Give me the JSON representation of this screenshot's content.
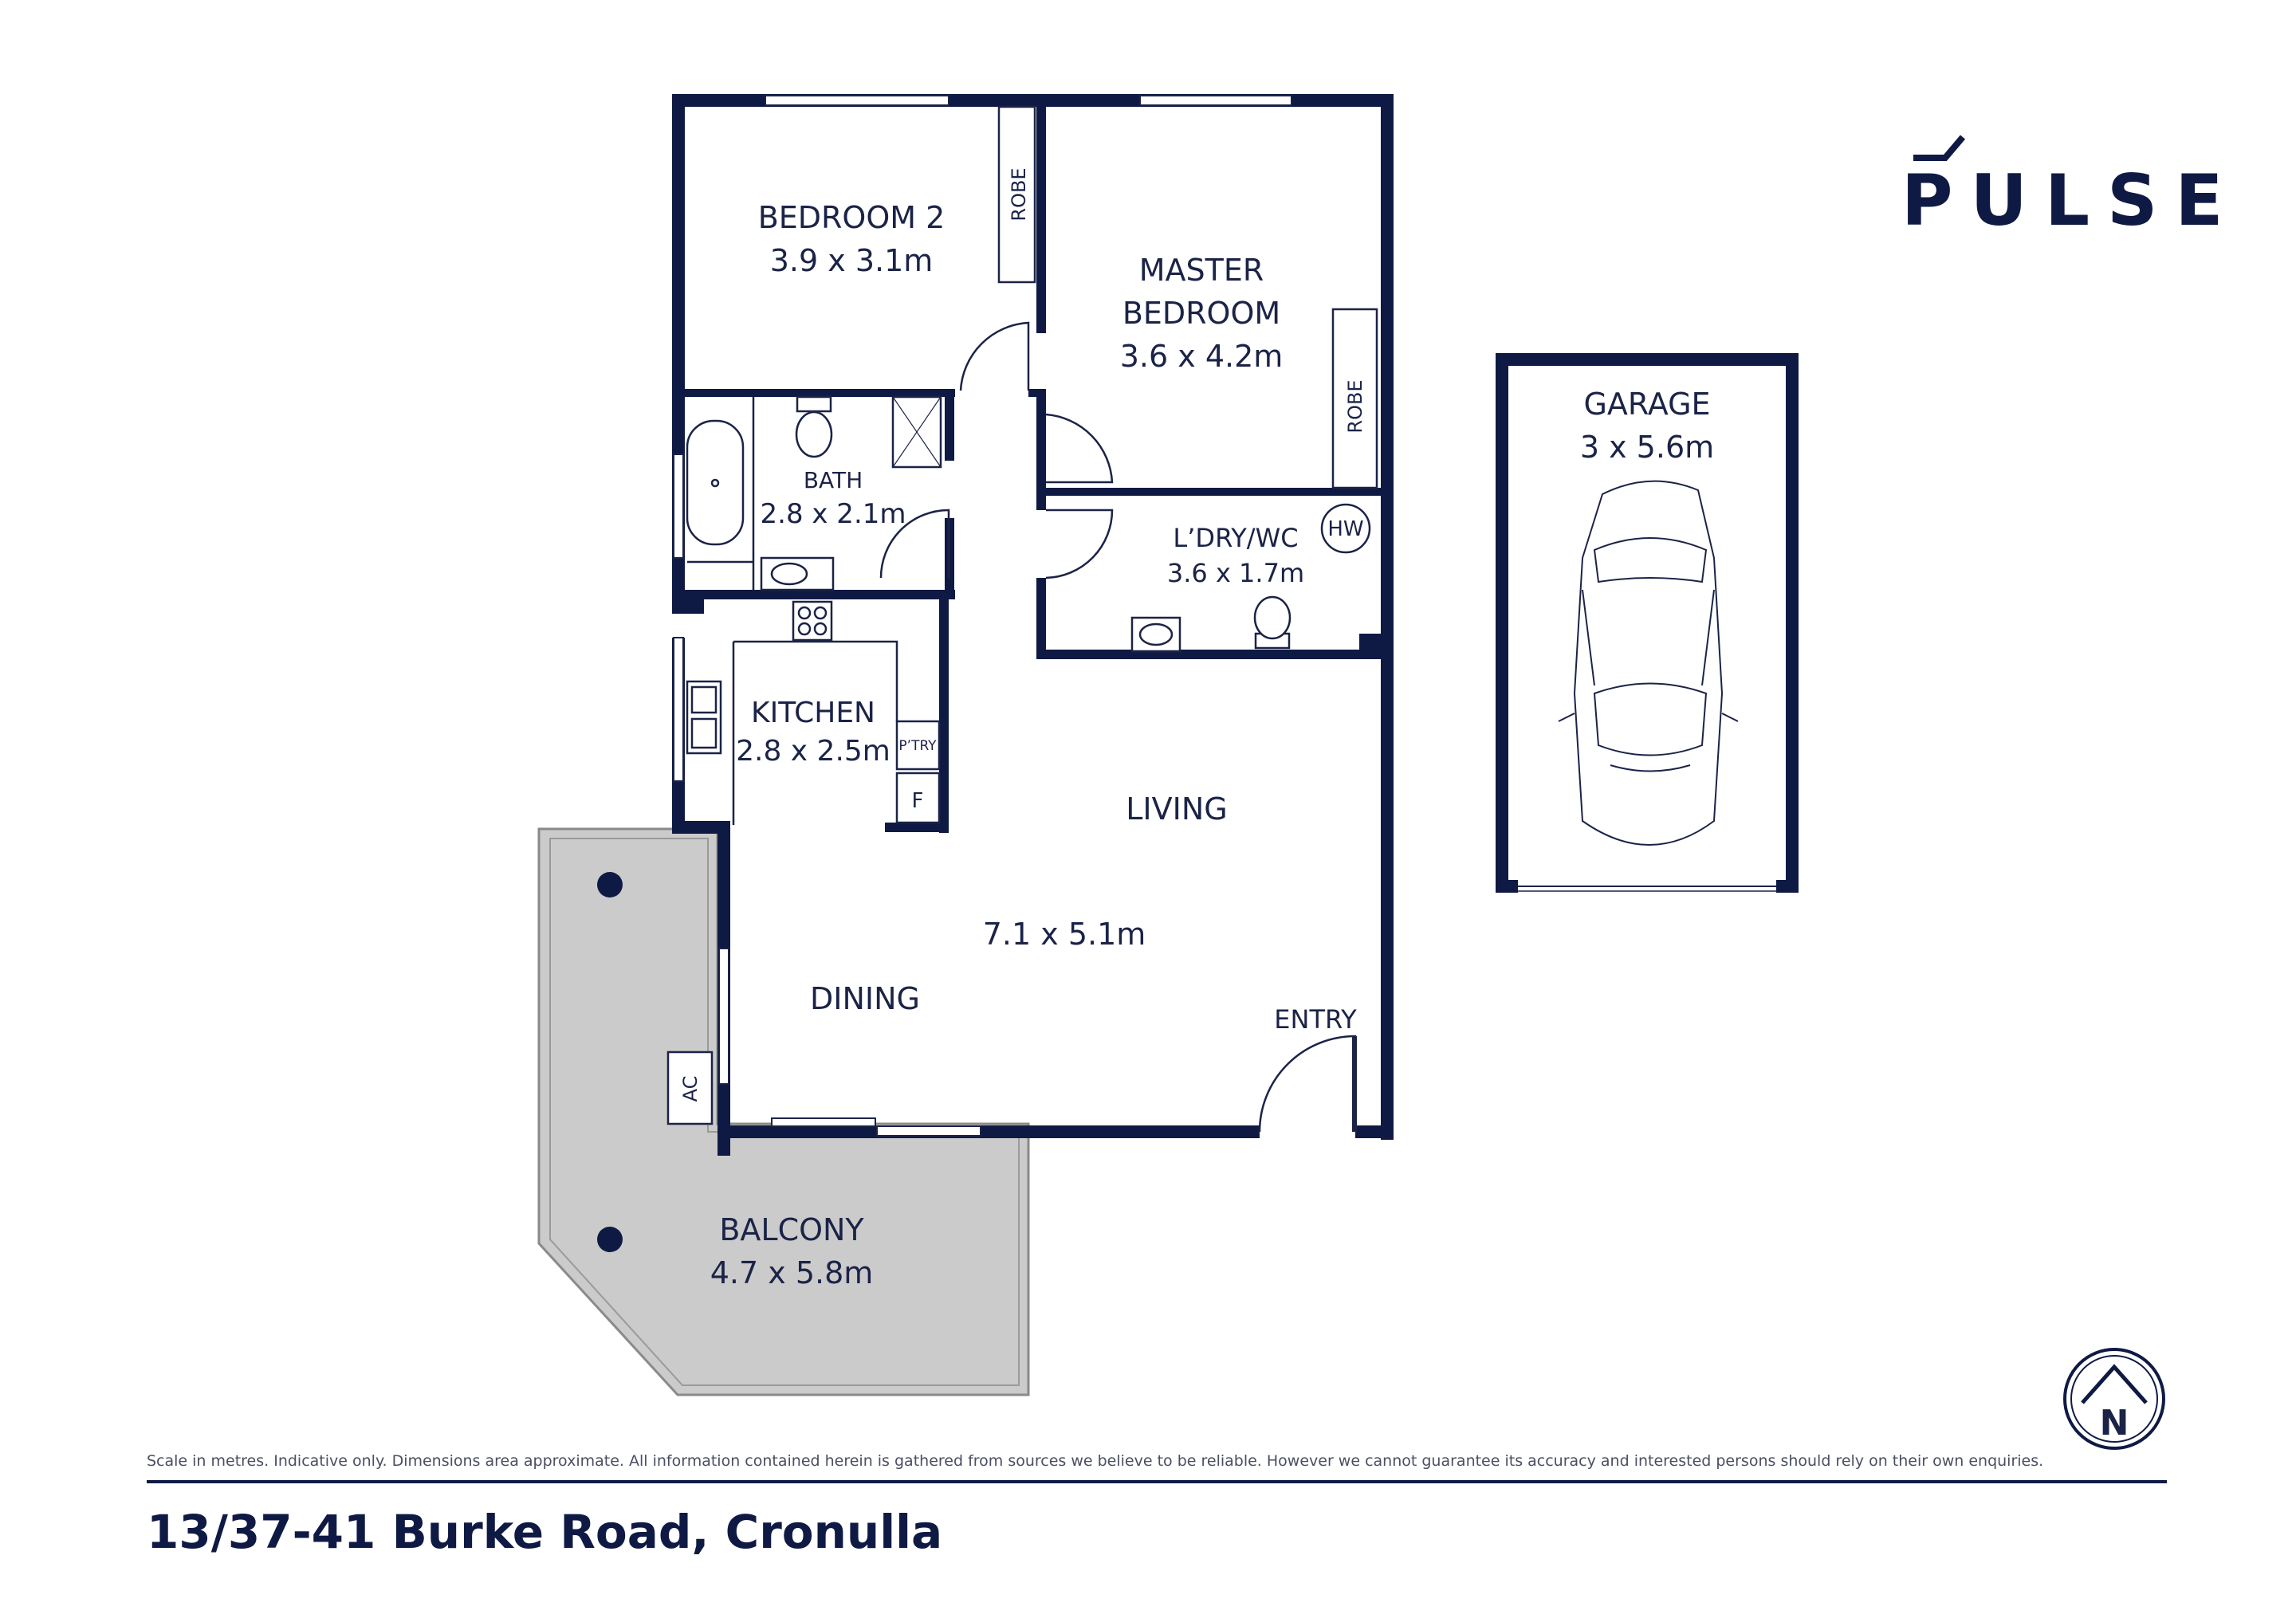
{
  "brand": {
    "logo_text": "PULSE"
  },
  "rooms": {
    "bedroom2": {
      "name": "BEDROOM 2",
      "size": "3.9 x 3.1m"
    },
    "master": {
      "name_line1": "MASTER",
      "name_line2": "BEDROOM",
      "size": "3.6 x 4.2m"
    },
    "bath": {
      "name": "BATH",
      "size": "2.8 x 2.1m"
    },
    "laundry": {
      "name": "L’DRY/WC",
      "size": "3.6 x 1.7m"
    },
    "kitchen": {
      "name": "KITCHEN",
      "size": "2.8 x 2.5m"
    },
    "living": {
      "name": "LIVING",
      "size": "7.1 x 5.1m"
    },
    "dining": {
      "name": "DINING"
    },
    "entry": {
      "name": "ENTRY"
    },
    "balcony": {
      "name": "BALCONY",
      "size": "4.7 x 5.8m"
    },
    "garage": {
      "name": "GARAGE",
      "size": "3 x 5.6m"
    }
  },
  "labels": {
    "robe": "ROBE",
    "hw": "HW",
    "pantry": "P’TRY",
    "fridge": "F",
    "ac": "AC",
    "north": "N"
  },
  "footer": {
    "disclaimer": "Scale in metres. Indicative only. Dimensions area approximate. All information contained herein is gathered from sources we believe to be reliable. However we cannot guarantee its accuracy and interested persons should rely on their own enquiries.",
    "address": "13/37-41 Burke Road, Cronulla"
  },
  "colors": {
    "wall": "#0f1a44",
    "balcony_fill": "#cbcbcb",
    "text": "#1b2347"
  }
}
